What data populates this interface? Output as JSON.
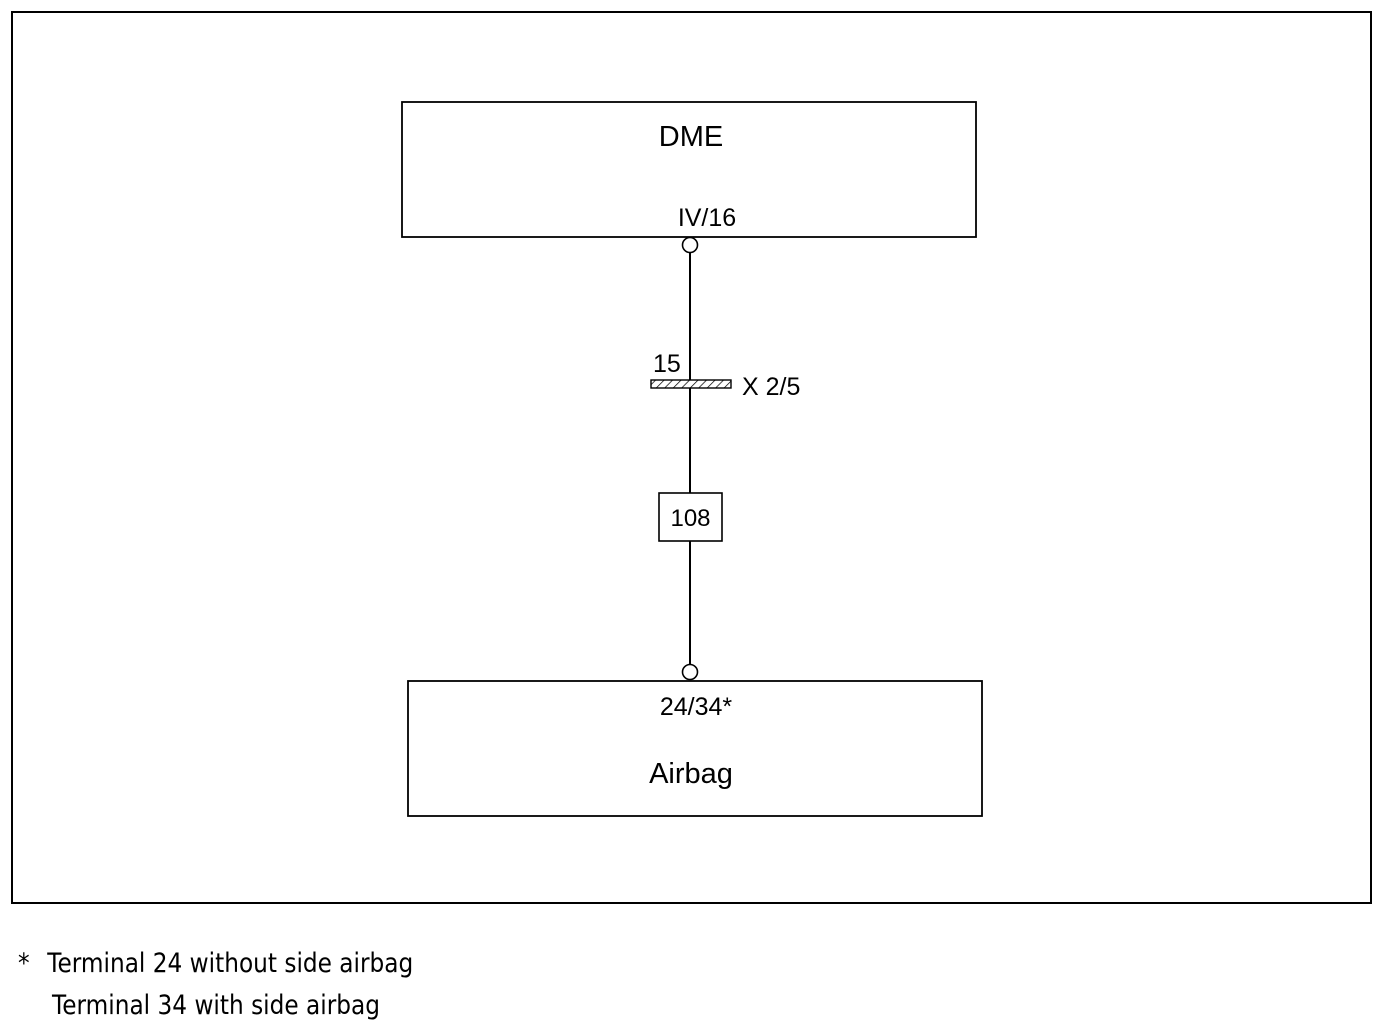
{
  "components": {
    "dme": {
      "name": "DME",
      "pin": "IV/16"
    },
    "airbag": {
      "name": "Airbag",
      "pin": "24/34*"
    }
  },
  "connector": {
    "label": "X 2/5",
    "pin": "15"
  },
  "wire": {
    "id": "108"
  },
  "footnotes": {
    "marker": "*",
    "line1": "Terminal 24 without side airbag",
    "line2": "Terminal 34 with side airbag"
  }
}
